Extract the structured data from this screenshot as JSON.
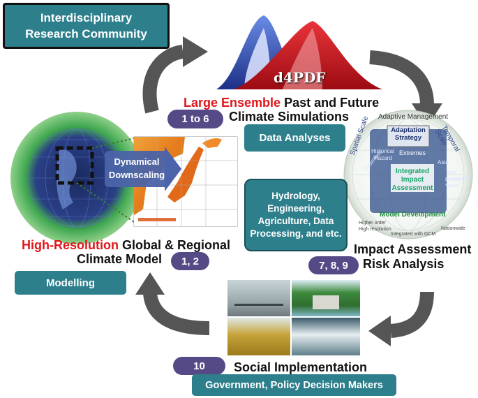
{
  "community_label": "Interdisciplinary Research Community",
  "d4pdf_logo": "d4PDF",
  "top": {
    "title_red": "Large Ensemble",
    "title_black_1": "Past and Future",
    "title_black_2": "Climate Simulations",
    "badge": "1 to 6",
    "data_analyses": "Data Analyses"
  },
  "left": {
    "downscaling": "Dynamical Downscaling",
    "title_red": "High-Resolution",
    "title_black_1": "Global & Regional",
    "title_black_2": "Climate Model",
    "badge": "1, 2",
    "modelling": "Modelling"
  },
  "right": {
    "fields": "Hydrology, Engineering, Agriculture, Data Processing, and etc.",
    "title_1": "Impact Assessment",
    "title_2": "Risk Analysis",
    "badge": "7, 8, 9",
    "globe_labels": {
      "adaptive_management": "Adaptive Management",
      "spatial_scale": "Spatial Scale",
      "temporal_scale": "Temporal Scale",
      "adaptation_strategy": "Adaptation Strategy",
      "integrated_impact_assessment": "Integrated Impact Assessment",
      "model_development": "Model Development",
      "extremes": "Extremes",
      "hazard": "Hazard",
      "historical": "Historical",
      "seamless": "Seamless",
      "higher_order": "Higher order",
      "high_resolution": "High resolution",
      "integrated_gcm": "Integrated with GCM",
      "nationwide": "Nationwide",
      "asia": "Asia",
      "extreme_value": "Extreme Value",
      "bias_correction": "Bias Correction"
    }
  },
  "bottom": {
    "badge": "10",
    "title": "Social Implementation",
    "government": "Government, Policy Decision Makers"
  },
  "colors": {
    "teal": "#2d7f8c",
    "purple_badge": "#564a86",
    "red_title": "#e0161b",
    "arrow_gray": "#555555",
    "mountain_red": "#c8141c",
    "mountain_blue": "#3048a8",
    "globe_green": "#2fa44a"
  }
}
